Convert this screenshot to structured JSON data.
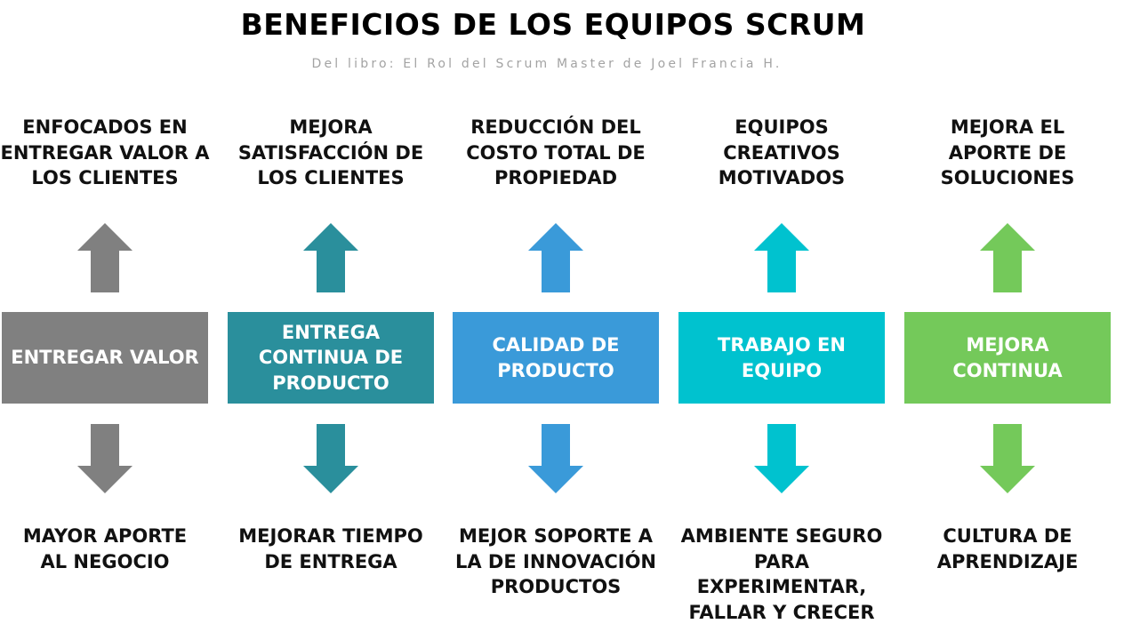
{
  "title": "BENEFICIOS DE LOS EQUIPOS SCRUM",
  "subtitle": "Del libro: El Rol del Scrum Master de Joel Francia H.",
  "columns": [
    {
      "top": "ENFOCADOS EN ENTREGAR VALOR A LOS CLIENTES",
      "center": "ENTREGAR VALOR",
      "bottom": "MAYOR APORTE AL NEGOCIO",
      "color": "#808080"
    },
    {
      "top": "MEJORA SATISFACCIÓN DE LOS CLIENTES",
      "center": "ENTREGA CONTINUA DE PRODUCTO",
      "bottom": "MEJORAR TIEMPO DE ENTREGA",
      "color": "#2a8f9c"
    },
    {
      "top": "REDUCCIÓN DEL COSTO TOTAL DE PROPIEDAD",
      "center": "CALIDAD DE PRODUCTO",
      "bottom": "MEJOR SOPORTE A LA DE INNOVACIÓN PRODUCTOS",
      "color": "#3a9ad9"
    },
    {
      "top": "EQUIPOS CREATIVOS MOTIVADOS",
      "center": "TRABAJO EN EQUIPO",
      "bottom": "AMBIENTE SEGURO PARA EXPERIMENTAR, FALLAR Y CRECER",
      "color": "#00c2cf"
    },
    {
      "top": "MEJORA EL APORTE DE SOLUCIONES",
      "center": "MEJORA CONTINUA",
      "bottom": "CULTURA DE APRENDIZAJE",
      "color": "#74c95a"
    }
  ]
}
